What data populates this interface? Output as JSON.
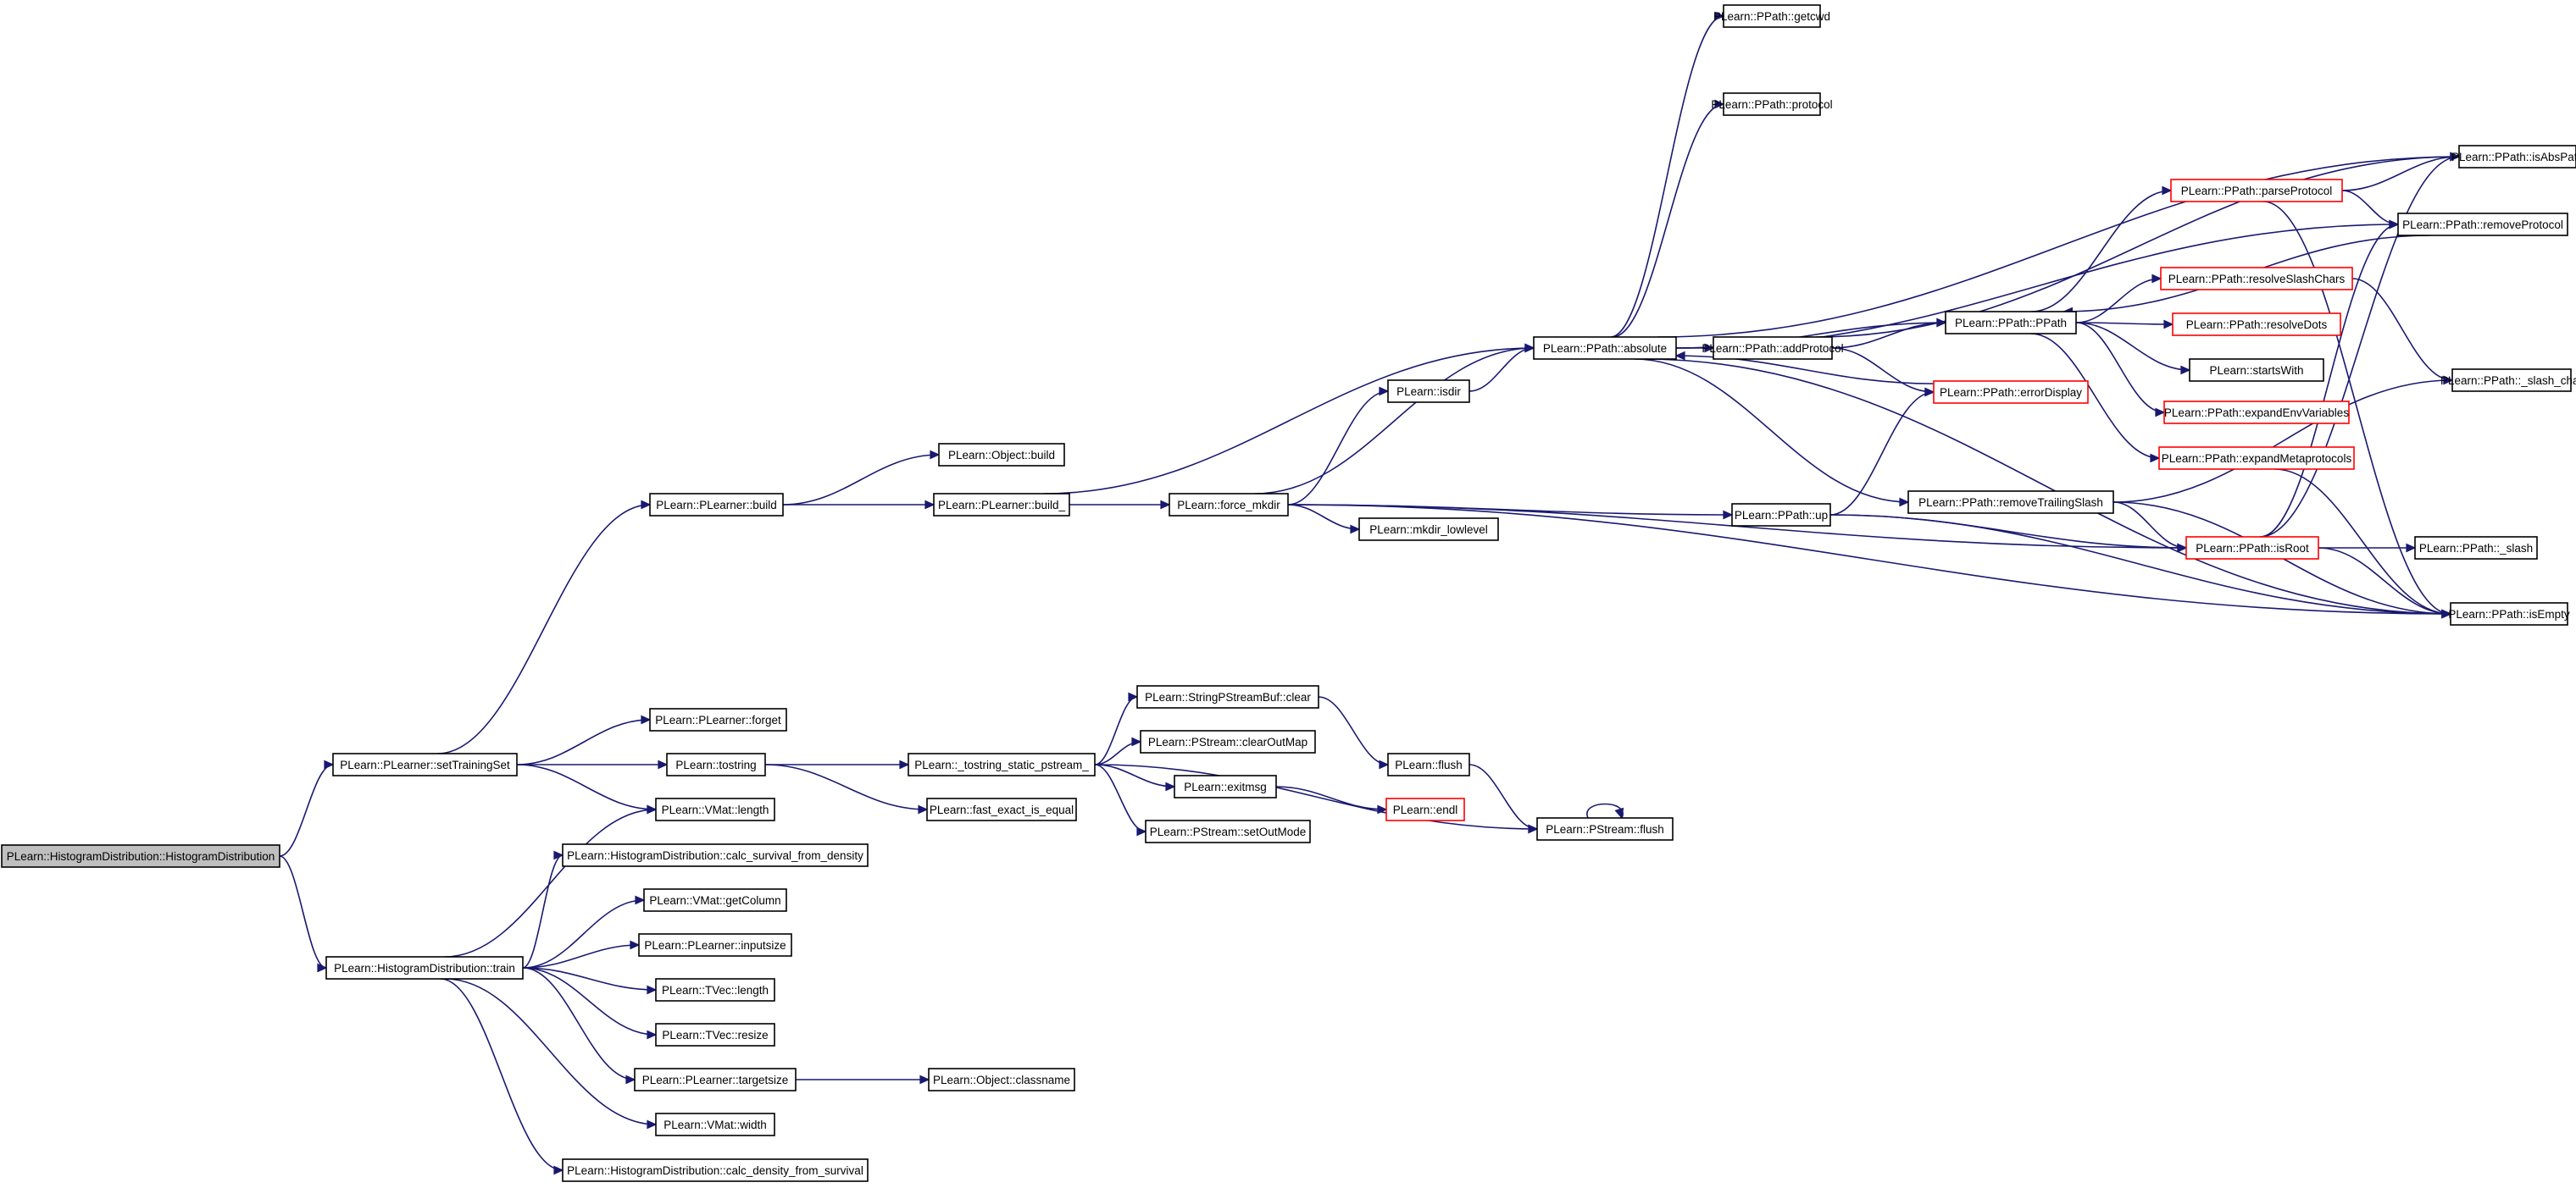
{
  "colors": {
    "background": "#ffffff",
    "node_border": "#000000",
    "node_border_truncated": "#ff0000",
    "root_fill": "#bfbfbf",
    "node_fill": "#ffffff",
    "edge": "#191970"
  },
  "nodes": [
    {
      "id": "root",
      "label": "PLearn::HistogramDistribution::HistogramDistribution",
      "style": "root"
    },
    {
      "id": "setTrainingSet",
      "label": "PLearn::PLearner::setTrainingSet"
    },
    {
      "id": "train",
      "label": "PLearn::HistogramDistribution::train"
    },
    {
      "id": "plbuild",
      "label": "PLearn::PLearner::build"
    },
    {
      "id": "plforget",
      "label": "PLearn::PLearner::forget"
    },
    {
      "id": "tostring",
      "label": "PLearn::tostring"
    },
    {
      "id": "vmatlength",
      "label": "PLearn::VMat::length"
    },
    {
      "id": "calcsurv",
      "label": "PLearn::HistogramDistribution::calc_survival_from_density"
    },
    {
      "id": "vmatgetcol",
      "label": "PLearn::VMat::getColumn"
    },
    {
      "id": "inputsize",
      "label": "PLearn::PLearner::inputsize"
    },
    {
      "id": "tveclength",
      "label": "PLearn::TVec::length"
    },
    {
      "id": "tvecresize",
      "label": "PLearn::TVec::resize"
    },
    {
      "id": "targetsize",
      "label": "PLearn::PLearner::targetsize"
    },
    {
      "id": "vmatwidth",
      "label": "PLearn::VMat::width"
    },
    {
      "id": "calcdens",
      "label": "PLearn::HistogramDistribution::calc_density_from_survival"
    },
    {
      "id": "objbuild",
      "label": "PLearn::Object::build"
    },
    {
      "id": "plbuild_",
      "label": "PLearn::PLearner::build_"
    },
    {
      "id": "tss",
      "label": "PLearn::_tostring_static_pstream_"
    },
    {
      "id": "fee",
      "label": "PLearn::fast_exact_is_equal"
    },
    {
      "id": "classname",
      "label": "PLearn::Object::classname"
    },
    {
      "id": "forcemkdir",
      "label": "PLearn::force_mkdir"
    },
    {
      "id": "spbclear",
      "label": "PLearn::StringPStreamBuf::clear"
    },
    {
      "id": "clearoutmap",
      "label": "PLearn::PStream::clearOutMap"
    },
    {
      "id": "exitmsg",
      "label": "PLearn::exitmsg"
    },
    {
      "id": "setoutmode",
      "label": "PLearn::PStream::setOutMode"
    },
    {
      "id": "isdir",
      "label": "PLearn::isdir"
    },
    {
      "id": "mkdirlow",
      "label": "PLearn::mkdir_lowlevel"
    },
    {
      "id": "flush",
      "label": "PLearn::flush"
    },
    {
      "id": "endl",
      "label": "PLearn::endl",
      "style": "truncated"
    },
    {
      "id": "psflush",
      "label": "PLearn::PStream::flush"
    },
    {
      "id": "absolute",
      "label": "PLearn::PPath::absolute"
    },
    {
      "id": "up",
      "label": "PLearn::PPath::up"
    },
    {
      "id": "getcwd",
      "label": "PLearn::PPath::getcwd"
    },
    {
      "id": "protocol",
      "label": "PLearn::PPath::protocol"
    },
    {
      "id": "addprotocol",
      "label": "PLearn::PPath::addProtocol"
    },
    {
      "id": "rts",
      "label": "PLearn::PPath::removeTrailingSlash"
    },
    {
      "id": "ppath",
      "label": "PLearn::PPath::PPath"
    },
    {
      "id": "errordisplay",
      "label": "PLearn::PPath::errorDisplay",
      "style": "truncated"
    },
    {
      "id": "parseprotocol",
      "label": "PLearn::PPath::parseProtocol",
      "style": "truncated"
    },
    {
      "id": "resolveslash",
      "label": "PLearn::PPath::resolveSlashChars",
      "style": "truncated"
    },
    {
      "id": "resolvedots",
      "label": "PLearn::PPath::resolveDots",
      "style": "truncated"
    },
    {
      "id": "startswith",
      "label": "PLearn::startsWith"
    },
    {
      "id": "expandenv",
      "label": "PLearn::PPath::expandEnvVariables",
      "style": "truncated"
    },
    {
      "id": "expandmeta",
      "label": "PLearn::PPath::expandMetaprotocols",
      "style": "truncated"
    },
    {
      "id": "isroot",
      "label": "PLearn::PPath::isRoot",
      "style": "truncated"
    },
    {
      "id": "isabspath",
      "label": "PLearn::PPath::isAbsPath"
    },
    {
      "id": "removeprotocol",
      "label": "PLearn::PPath::removeProtocol"
    },
    {
      "id": "slashchar",
      "label": "PLearn::PPath::_slash_char"
    },
    {
      "id": "slash",
      "label": "PLearn::PPath::_slash"
    },
    {
      "id": "isempty",
      "label": "PLearn::PPath::isEmpty"
    }
  ],
  "edges": [
    [
      "root",
      "setTrainingSet"
    ],
    [
      "root",
      "train"
    ],
    [
      "setTrainingSet",
      "plbuild"
    ],
    [
      "setTrainingSet",
      "plforget"
    ],
    [
      "setTrainingSet",
      "tostring"
    ],
    [
      "setTrainingSet",
      "vmatlength"
    ],
    [
      "train",
      "vmatlength"
    ],
    [
      "train",
      "calcsurv"
    ],
    [
      "train",
      "vmatgetcol"
    ],
    [
      "train",
      "inputsize"
    ],
    [
      "train",
      "tveclength"
    ],
    [
      "train",
      "tvecresize"
    ],
    [
      "train",
      "targetsize"
    ],
    [
      "train",
      "vmatwidth"
    ],
    [
      "train",
      "calcdens"
    ],
    [
      "plbuild",
      "objbuild"
    ],
    [
      "plbuild",
      "plbuild_"
    ],
    [
      "plbuild_",
      "absolute"
    ],
    [
      "plbuild_",
      "forcemkdir"
    ],
    [
      "tostring",
      "tss"
    ],
    [
      "tostring",
      "fee"
    ],
    [
      "targetsize",
      "classname"
    ],
    [
      "tss",
      "spbclear"
    ],
    [
      "tss",
      "clearoutmap"
    ],
    [
      "tss",
      "exitmsg"
    ],
    [
      "tss",
      "setoutmode"
    ],
    [
      "tss",
      "psflush"
    ],
    [
      "spbclear",
      "flush"
    ],
    [
      "flush",
      "psflush"
    ],
    [
      "psflush",
      "psflush"
    ],
    [
      "exitmsg",
      "endl"
    ],
    [
      "forcemkdir",
      "isdir"
    ],
    [
      "forcemkdir",
      "mkdirlow"
    ],
    [
      "forcemkdir",
      "absolute"
    ],
    [
      "forcemkdir",
      "up"
    ],
    [
      "forcemkdir",
      "isroot"
    ],
    [
      "forcemkdir",
      "isempty"
    ],
    [
      "isdir",
      "absolute"
    ],
    [
      "absolute",
      "getcwd"
    ],
    [
      "absolute",
      "protocol"
    ],
    [
      "absolute",
      "addprotocol"
    ],
    [
      "absolute",
      "ppath"
    ],
    [
      "absolute",
      "rts"
    ],
    [
      "absolute",
      "isabspath"
    ],
    [
      "absolute",
      "removeprotocol"
    ],
    [
      "absolute",
      "isempty"
    ],
    [
      "addprotocol",
      "ppath"
    ],
    [
      "addprotocol",
      "errordisplay"
    ],
    [
      "addprotocol",
      "isabspath"
    ],
    [
      "errordisplay",
      "absolute"
    ],
    [
      "up",
      "errordisplay"
    ],
    [
      "up",
      "isroot"
    ],
    [
      "up",
      "isempty"
    ],
    [
      "rts",
      "isroot"
    ],
    [
      "rts",
      "isempty"
    ],
    [
      "rts",
      "slashchar"
    ],
    [
      "ppath",
      "parseprotocol"
    ],
    [
      "ppath",
      "resolveslash"
    ],
    [
      "ppath",
      "resolvedots"
    ],
    [
      "ppath",
      "startswith"
    ],
    [
      "ppath",
      "expandenv"
    ],
    [
      "ppath",
      "expandmeta"
    ],
    [
      "parseprotocol",
      "isabspath"
    ],
    [
      "parseprotocol",
      "removeprotocol"
    ],
    [
      "parseprotocol",
      "isempty"
    ],
    [
      "removeprotocol",
      "ppath"
    ],
    [
      "resolveslash",
      "slashchar"
    ],
    [
      "expandmeta",
      "isempty"
    ],
    [
      "isroot",
      "isabspath"
    ],
    [
      "isroot",
      "removeprotocol"
    ],
    [
      "isroot",
      "slash"
    ],
    [
      "isroot",
      "isempty"
    ]
  ]
}
